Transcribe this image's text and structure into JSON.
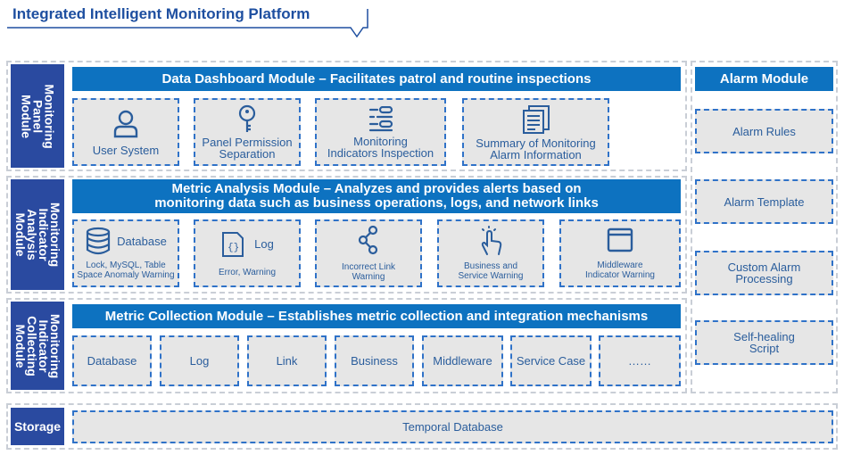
{
  "title": "Integrated Intelligent Monitoring Platform",
  "panel_module": {
    "side_label": "Monitoring\nPanel\nModule",
    "banner": "Data Dashboard Module – Facilitates patrol and routine inspections",
    "items": [
      {
        "label": "User System",
        "icon": "user-icon"
      },
      {
        "label": "Panel Permission\nSeparation",
        "icon": "key-icon"
      },
      {
        "label": "Monitoring\nIndicators Inspection",
        "icon": "list-icon"
      },
      {
        "label": "Summary of Monitoring\nAlarm Information",
        "icon": "documents-icon"
      }
    ]
  },
  "analysis_module": {
    "side_label": "Monitoring\nIndicator\nAnalysis\nModule",
    "banner": "Metric Analysis Module – Analyzes and provides alerts based on\nmonitoring data such as business operations, logs, and network links",
    "items": [
      {
        "title": "Database",
        "desc": "Lock, MySQL, Table\nSpace Anomaly Warning",
        "icon": "database-icon"
      },
      {
        "title": "Log",
        "desc": "Error, Warning",
        "icon": "code-file-icon"
      },
      {
        "title": "",
        "desc": "Incorrect Link\nWarning",
        "icon": "share-nodes-icon"
      },
      {
        "title": "",
        "desc": "Business and\nService Warning",
        "icon": "hand-click-icon"
      },
      {
        "title": "",
        "desc": "Middleware\nIndicator Warning",
        "icon": "window-icon"
      }
    ]
  },
  "collection_module": {
    "side_label": "Monitoring\nIndicator\nCollecting\nModule",
    "banner": "Metric Collection Module – Establishes metric collection and integration mechanisms",
    "items": [
      "Database",
      "Log",
      "Link",
      "Business",
      "Middleware",
      "Service Case",
      "……"
    ]
  },
  "alarm_module": {
    "title": "Alarm Module",
    "items": [
      "Alarm Rules",
      "Alarm Template",
      "Custom Alarm\nProcessing",
      "Self-healing\nScript"
    ]
  },
  "storage": {
    "side_label": "Storage",
    "item": "Temporal Database"
  },
  "colors": {
    "banner": "#0d72c0",
    "side": "#2a4aa0",
    "box_border": "#2f72c8",
    "box_fill": "#e6e6e6"
  }
}
